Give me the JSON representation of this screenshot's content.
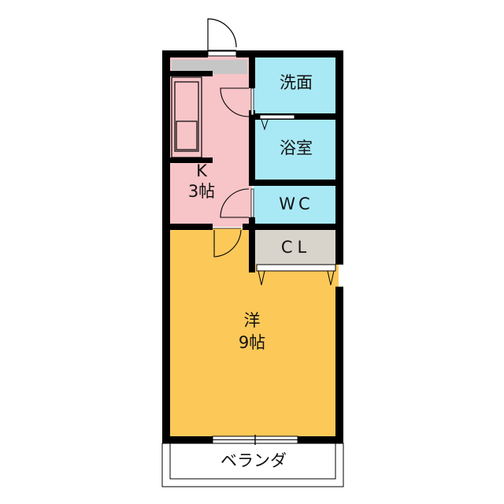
{
  "rooms": {
    "wash": {
      "label": "洗面",
      "color": "#a9e8f5"
    },
    "bath": {
      "label": "浴室",
      "color": "#a9e8f5"
    },
    "wc": {
      "label": "WC",
      "color": "#a9e8f5"
    },
    "kitchen": {
      "label_line1": "K",
      "label_line2": "3帖",
      "color": "#f7c4c8"
    },
    "closet": {
      "label": "CL",
      "color": "#d8d4cb"
    },
    "western": {
      "label_line1": "洋",
      "label_line2": "9帖",
      "color": "#fcc858"
    },
    "veranda": {
      "label": "ベランダ",
      "color": "#ffffff"
    }
  },
  "colors": {
    "wall": "#000000",
    "hood": "#c6c6c6"
  }
}
